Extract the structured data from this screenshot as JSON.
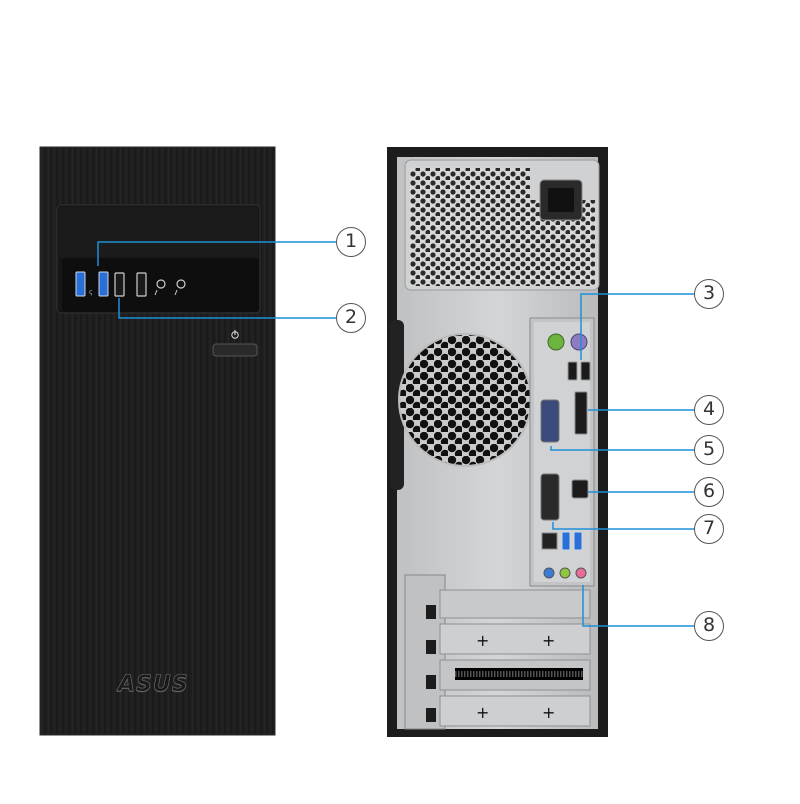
{
  "brand": {
    "logo_text": "ASUS"
  },
  "callouts": [
    {
      "id": 1,
      "label": "1"
    },
    {
      "id": 2,
      "label": "2"
    },
    {
      "id": 3,
      "label": "3"
    },
    {
      "id": 4,
      "label": "4"
    },
    {
      "id": 5,
      "label": "5"
    },
    {
      "id": 6,
      "label": "6"
    },
    {
      "id": 7,
      "label": "7"
    },
    {
      "id": 8,
      "label": "8"
    }
  ],
  "colors": {
    "case_front": "#1e1e1e",
    "case_back": "#c9cbcd",
    "callout_line": "#1e8fd8",
    "usb3_blue": "#2a6fd6",
    "ps2_green": "#6db33f",
    "ps2_purple": "#8e7cc3"
  }
}
